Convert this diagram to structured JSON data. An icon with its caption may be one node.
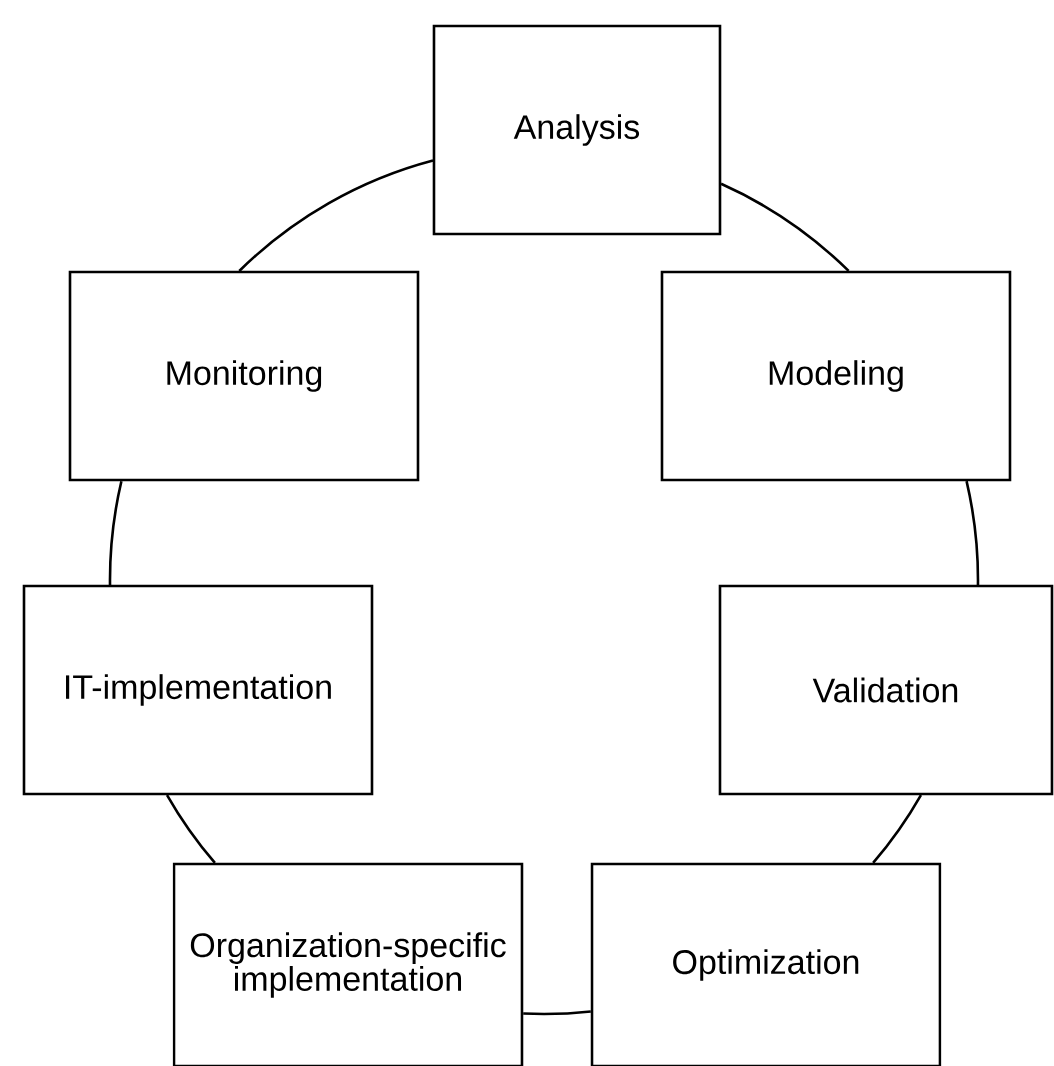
{
  "diagram": {
    "nodes": [
      {
        "text": [
          "Analysis"
        ]
      },
      {
        "text": [
          "Monitoring"
        ]
      },
      {
        "text": [
          "Modeling"
        ]
      },
      {
        "text": [
          "IT-implementation"
        ]
      },
      {
        "text": [
          "Validation"
        ]
      },
      {
        "text": [
          "Organization-specific implementation"
        ]
      },
      {
        "text": [
          "Optimization"
        ]
      }
    ],
    "edges": [
      {
        "from": 0,
        "to": 2,
        "arrow": "none"
      },
      {
        "from": 2,
        "to": 4,
        "arrow": "none"
      },
      {
        "from": 4,
        "to": 6,
        "arrow": "none"
      },
      {
        "from": 6,
        "to": 5,
        "arrow": "none"
      },
      {
        "from": 5,
        "to": 3,
        "arrow": "none"
      },
      {
        "from": 3,
        "to": 1,
        "arrow": "none"
      },
      {
        "from": 1,
        "to": 0,
        "arrow": "none"
      }
    ]
  }
}
